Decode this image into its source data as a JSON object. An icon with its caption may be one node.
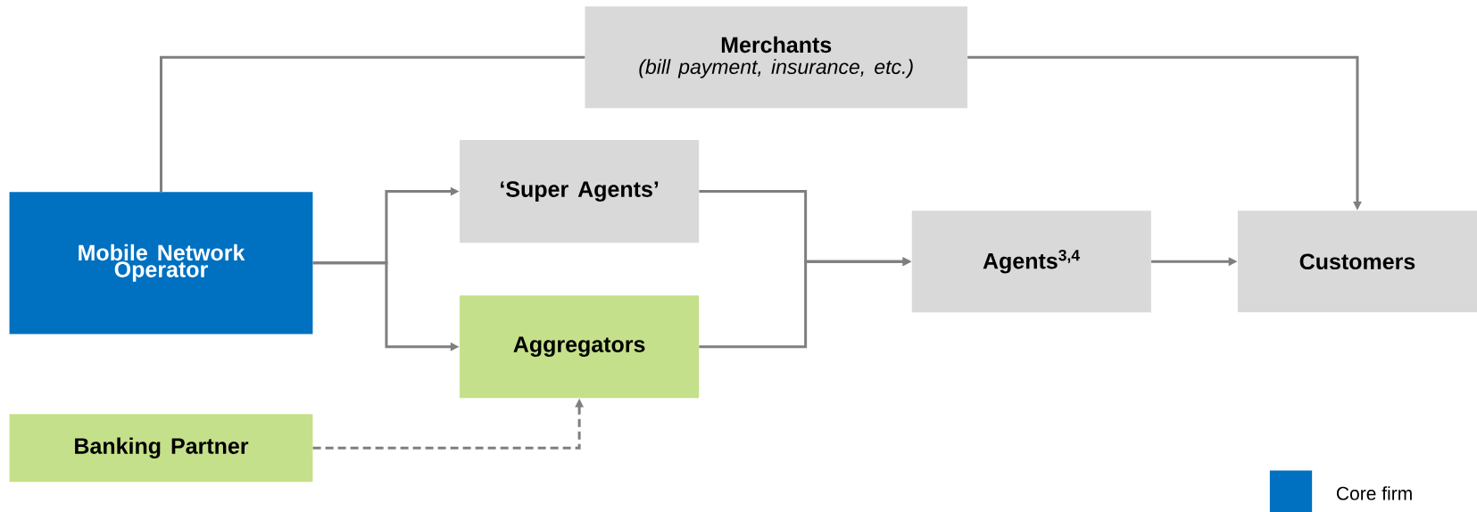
{
  "diagram": {
    "nodes": [
      {
        "text": [
          "Merchants",
          "(bill payment, insurance, etc.)"
        ]
      },
      {
        "text": [
          "Mobile Network Operator"
        ]
      },
      {
        "text": [
          "‘Super Agents’"
        ]
      },
      {
        "text": [
          "Aggregators"
        ]
      },
      {
        "text": [
          "Agents$^{3,4}$"
        ]
      },
      {
        "text": [
          "Customers"
        ]
      },
      {
        "text": [
          "Banking Partner"
        ]
      }
    ],
    "edges": [
      {
        "from": 1,
        "to": 0,
        "arrow": "none"
      },
      {
        "from": 0,
        "to": 5,
        "arrow": "to"
      },
      {
        "from": 1,
        "to": 2,
        "arrow": "to"
      },
      {
        "from": 1,
        "to": 3,
        "arrow": "to"
      },
      {
        "from": 2,
        "to": 4,
        "arrow": "to"
      },
      {
        "from": 3,
        "to": 4,
        "arrow": "to"
      },
      {
        "from": 4,
        "to": 5,
        "arrow": "to"
      },
      {
        "from": 6,
        "to": 3,
        "arrow": "to",
        "style": "dashed"
      }
    ],
    "legend": [
      {
        "text": "Core firm",
        "color": "#0070c0"
      }
    ]
  }
}
